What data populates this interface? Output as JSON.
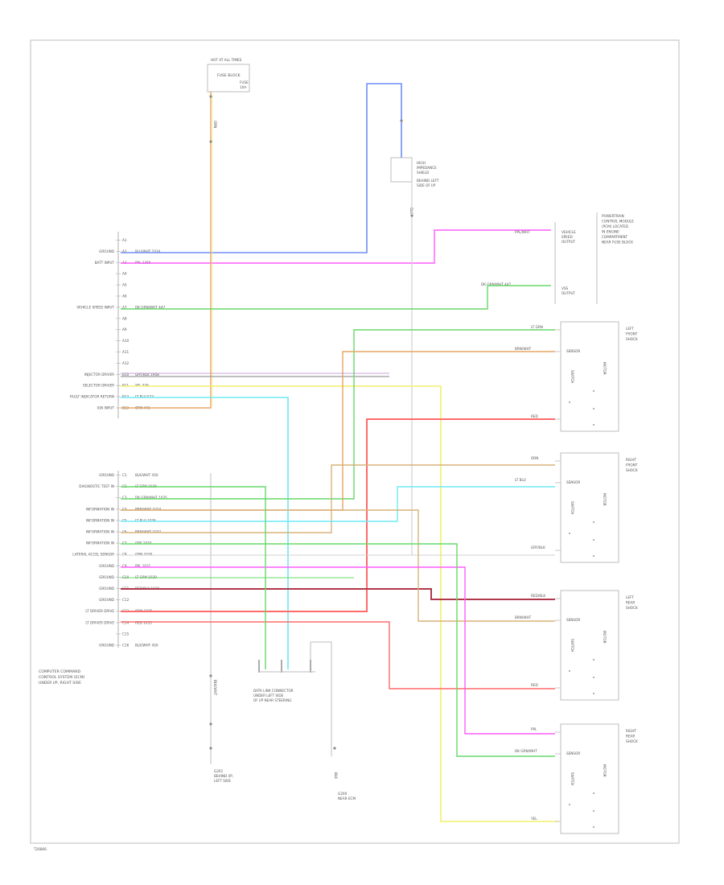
{
  "diagram": {
    "title_block": [
      "COMPUTER COMMAND",
      "CONTROL SYSTEM (ECM)",
      "UNDER I/P, RIGHT SIDE"
    ],
    "footer_code": "T26866",
    "ecm_labels": [
      {
        "id": "b1",
        "side": "A1",
        "wire": "",
        "label": ""
      },
      {
        "id": "b2",
        "side": "A2",
        "wire": "BLU/WHT  1034",
        "label": "GROUND"
      },
      {
        "id": "b3",
        "side": "A3",
        "wire": "PPL  1366",
        "label": "BATT INPUT"
      },
      {
        "id": "b4",
        "side": "A4",
        "wire": "",
        "label": ""
      },
      {
        "id": "b5",
        "side": "A5",
        "wire": "",
        "label": ""
      },
      {
        "id": "b6",
        "side": "A6",
        "wire": "",
        "label": ""
      },
      {
        "id": "b7",
        "side": "A7",
        "wire": "DK GRN/WHT  447",
        "label": "VEHICLE SPEED INPUT"
      },
      {
        "id": "b8",
        "side": "A8",
        "wire": "",
        "label": ""
      },
      {
        "id": "b9",
        "side": "A9",
        "wire": "",
        "label": ""
      },
      {
        "id": "b10",
        "side": "A10",
        "wire": "",
        "label": ""
      },
      {
        "id": "b11",
        "side": "A11",
        "wire": "",
        "label": ""
      },
      {
        "id": "b12",
        "side": "A12",
        "wire": "",
        "label": ""
      },
      {
        "id": "b13",
        "side": "B10",
        "wire": "GRY/BLK  1908",
        "label": "INJECTOR DRIVER"
      },
      {
        "id": "b14",
        "side": "B11",
        "wire": "YEL  576",
        "label": "SELECTOR DRIVER"
      },
      {
        "id": "b15",
        "side": "B12",
        "wire": "LT BLU  573",
        "label": "FAULT INDICATOR RETURN"
      },
      {
        "id": "b16",
        "side": "B13",
        "wire": "ORN  441",
        "label": "IGN INPUT"
      },
      {
        "id": "c1",
        "side": "C1",
        "wire": "BLK/WHT  450",
        "label": "GROUND"
      },
      {
        "id": "c2",
        "side": "C2",
        "wire": "LT GRN  1036",
        "label": "DIAGNOSTIC TEST IN"
      },
      {
        "id": "c3",
        "side": "C3",
        "wire": "DK GRN/WHT  1035",
        "label": ""
      },
      {
        "id": "c4",
        "side": "C4",
        "wire": "BRN/WHT  1024",
        "label": "INFORMATION IN"
      },
      {
        "id": "c5",
        "side": "C5",
        "wire": "LT BLU  1026",
        "label": "INFORMATION IN"
      },
      {
        "id": "c6",
        "side": "C6",
        "wire": "BRN/WHT  1032",
        "label": "INFORMATION IN"
      },
      {
        "id": "c7",
        "side": "C7",
        "wire": "GRY  1033",
        "label": "INFORMATION IN"
      },
      {
        "id": "c8",
        "side": "C8",
        "wire": "GRN  1030",
        "label": "LATERAL ACCEL SENSOR"
      },
      {
        "id": "c9",
        "side": "C9",
        "wire": "PPL  1031",
        "label": "GROUND"
      },
      {
        "id": "c10",
        "side": "C10",
        "wire": "LT GRN  1029",
        "label": "GROUND"
      },
      {
        "id": "c11",
        "side": "C11",
        "wire": "RED/BLK  1035",
        "label": "GROUND"
      },
      {
        "id": "c12",
        "side": "C12",
        "wire": "",
        "label": "GROUND"
      },
      {
        "id": "c13",
        "side": "C13",
        "wire": "ORN  1035",
        "label": "LT DRIVER DRIVE"
      },
      {
        "id": "c14",
        "side": "C14",
        "wire": "RED  1035",
        "label": "LT DRIVER DRIVE"
      },
      {
        "id": "c15",
        "side": "C15",
        "wire": "",
        "label": ""
      },
      {
        "id": "c16",
        "side": "C16",
        "wire": "BLK/WHT  450",
        "label": "GROUND"
      }
    ],
    "fuse_block": {
      "name": "FUSE BLOCK",
      "sub": [
        "FUSE",
        "10A"
      ],
      "tag": "HOT AT ALL TIMES"
    },
    "fuse_wire": "ORN",
    "shield_junction": {
      "lines": [
        "HIGH",
        "IMPEDANCE",
        "SHIELD"
      ],
      "sub": [
        "BEHIND LEFT",
        "SIDE OF I/P"
      ],
      "wire": "BLK"
    },
    "pcm_block": {
      "lines": [
        "POWERTRAIN",
        "CONTROL MODULE",
        "(PCM) LOCATED",
        "IN ENGINE",
        "COMPARTMENT",
        "NEAR FUSE BLOCK"
      ],
      "pin_a": {
        "wire": "PPL/WHT",
        "text": [
          "VEHICLE",
          "SPEED",
          "OUTPUT"
        ]
      },
      "pin_b": {
        "wire": "DK GRN/WHT  447",
        "text": [
          "VSS",
          "OUTPUT"
        ]
      }
    },
    "sensors": [
      {
        "id": "lf",
        "name": [
          "LEFT",
          "FRONT",
          "SHOCK"
        ],
        "w1": "LT GRN",
        "w2": "BRN/WHT",
        "w3": "RED"
      },
      {
        "id": "rf",
        "name": [
          "RIGHT",
          "FRONT",
          "SHOCK"
        ],
        "w1": "ORN",
        "w2": "LT BLU",
        "w3": "GRY/BLK"
      },
      {
        "id": "lr",
        "name": [
          "LEFT",
          "REAR",
          "SHOCK"
        ],
        "w1": "RED/BLK",
        "w2": "BRN/WHT",
        "w3": "RED"
      },
      {
        "id": "rr",
        "name": [
          "RIGHT",
          "REAR",
          "SHOCK"
        ],
        "w1": "PPL",
        "w2": "DK GRN/WHT",
        "w3": "YEL"
      }
    ],
    "sensor_inner": [
      "SENSOR",
      "SWITCH",
      "MOTOR"
    ],
    "data_link": {
      "lines": [
        "DATA LINK CONNECTOR",
        "UNDER LEFT SIDE",
        "OF I/P NEAR STEERING"
      ]
    },
    "ground_g": {
      "wire": "BLK/WHT",
      "text": [
        "G201",
        "BEHIND I/P,",
        "LEFT SIDE"
      ]
    },
    "ground_g2": {
      "wire": "BLK",
      "text": [
        "G200",
        "NEAR ECM"
      ]
    }
  },
  "colors": {
    "frame": "#c9c9c9",
    "ecm": "#bdbdbd",
    "blue": "#6f8ef5",
    "pink": "#ff5cff",
    "green": "#66d96a",
    "orange": "#e5a564",
    "yellow": "#f2f06a",
    "cyan": "#6fe8f5",
    "red": "#ff6a6a",
    "darkred": "#b0384a",
    "purple": "#b58acf",
    "tan": "#d9b27a",
    "gray": "#9a9a9a",
    "lightgray": "#d0d0d0"
  }
}
